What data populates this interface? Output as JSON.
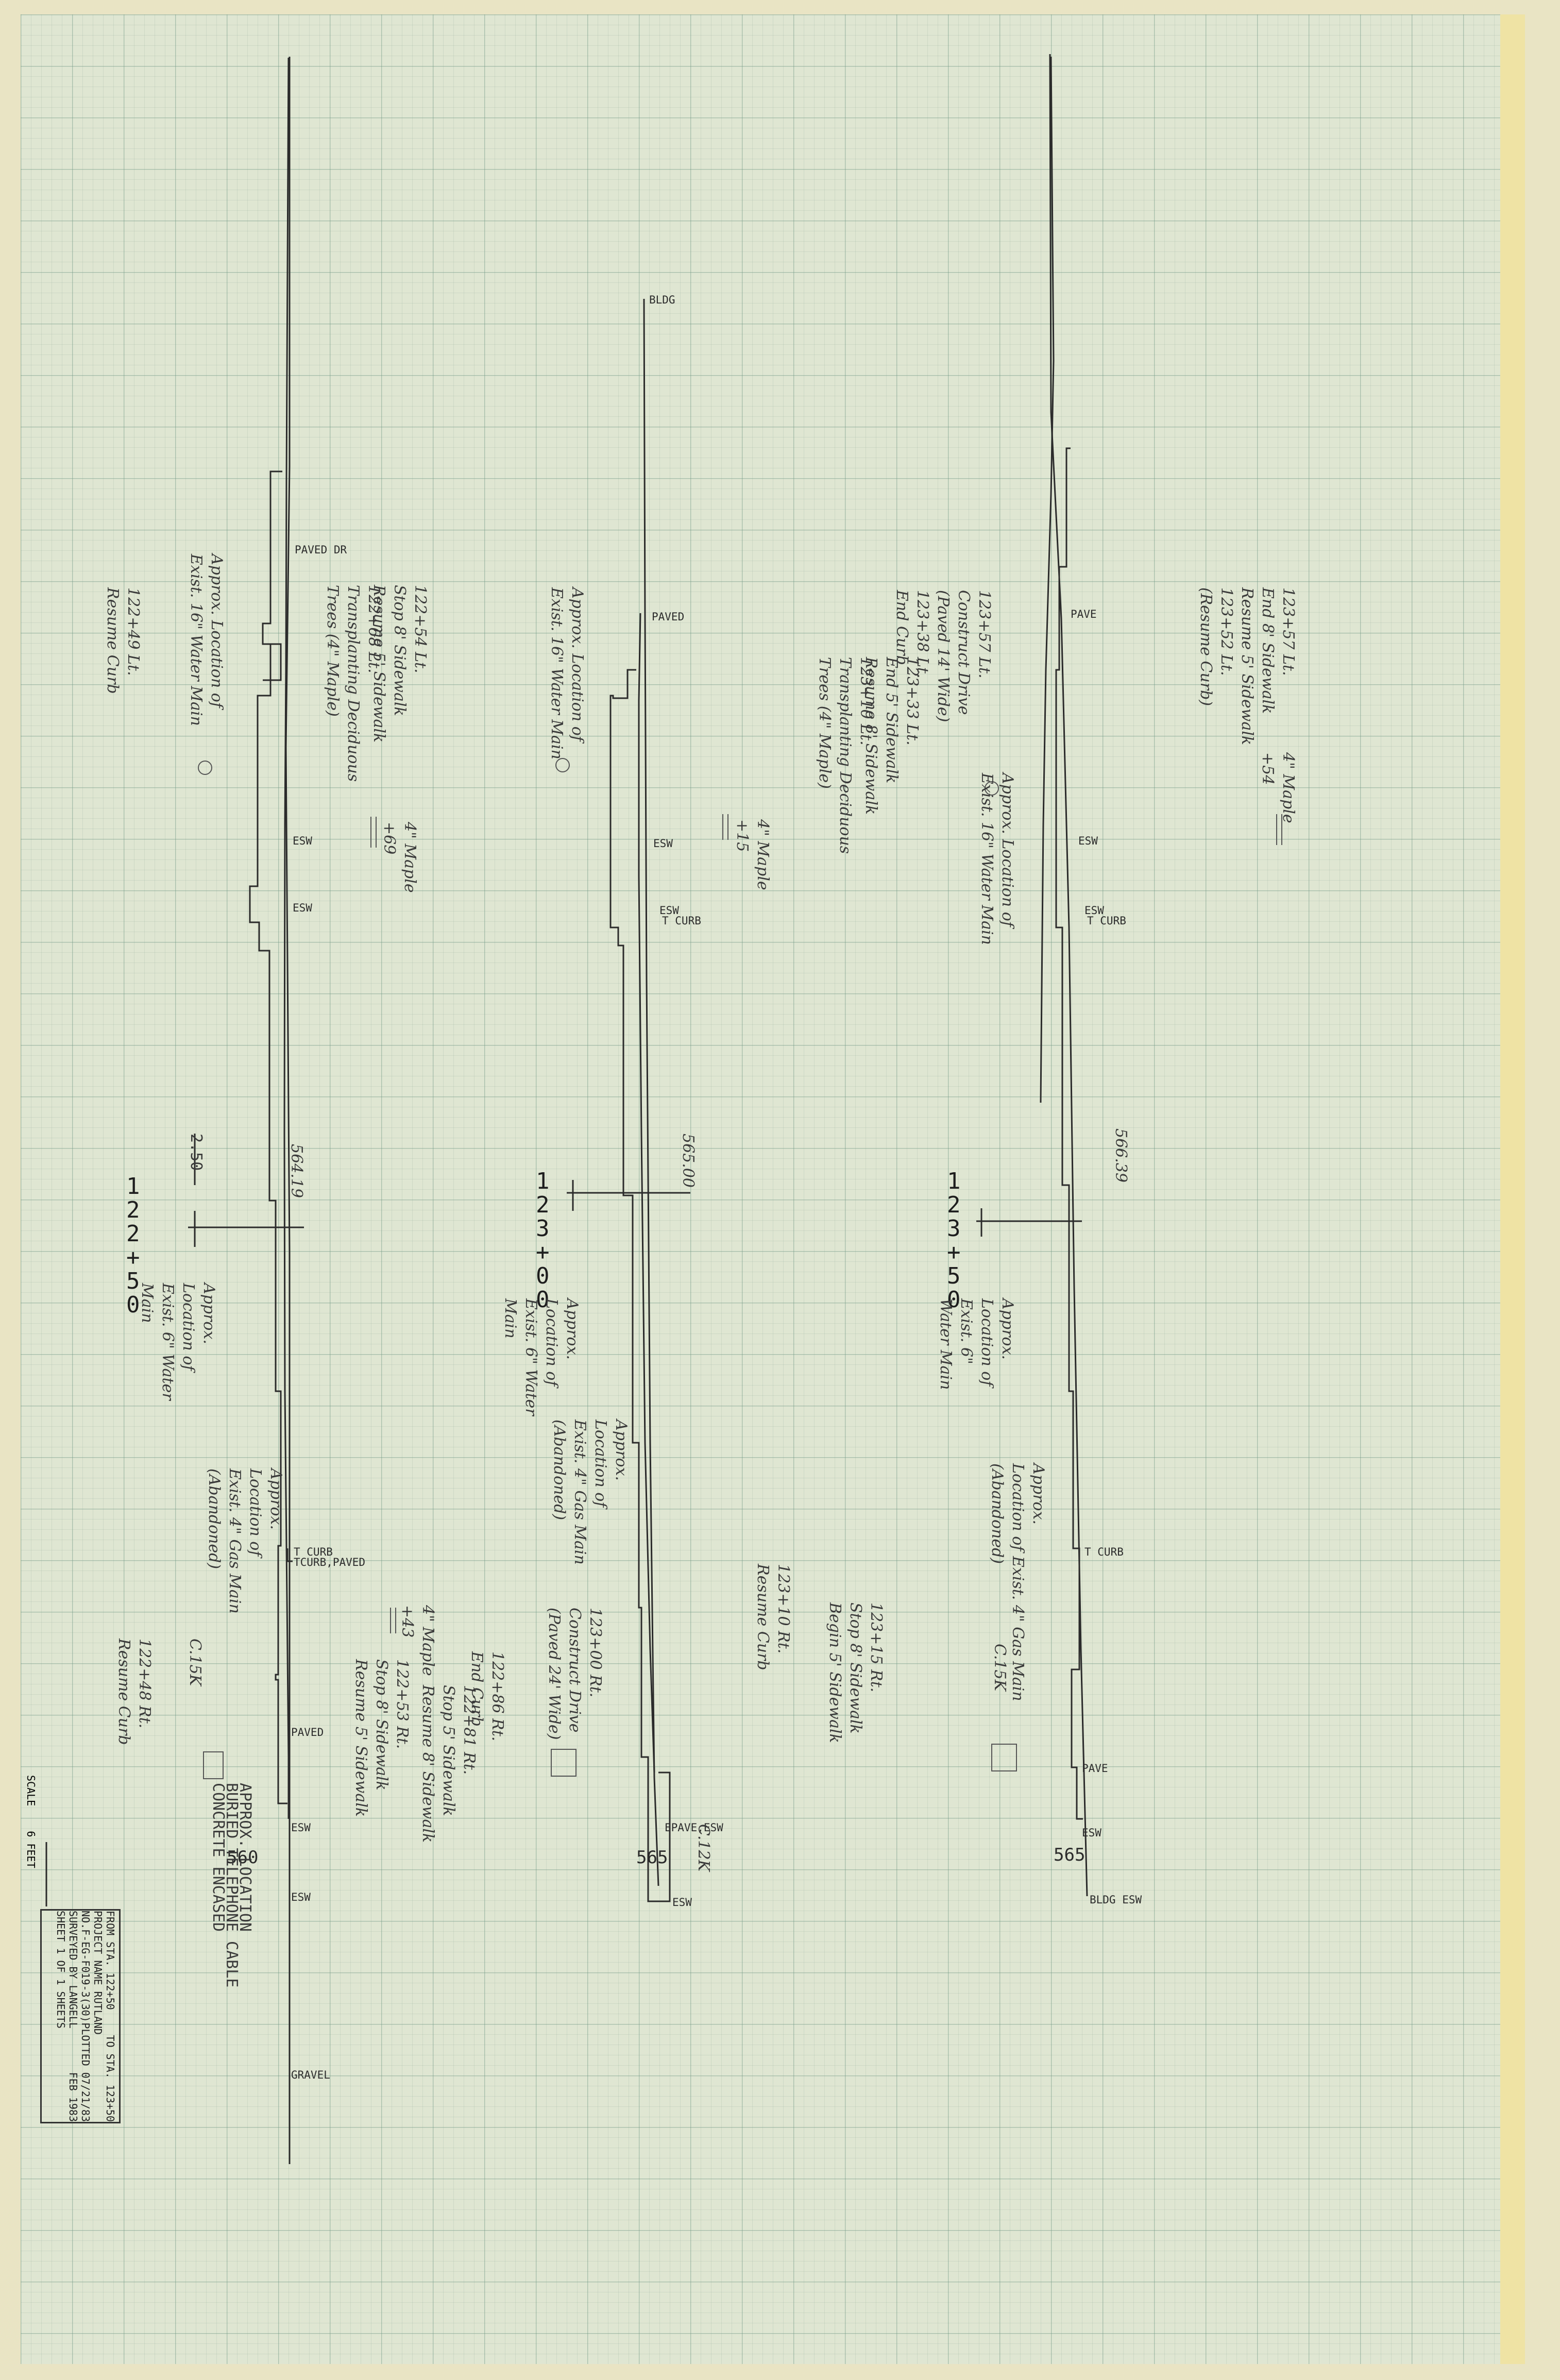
{
  "stations": [
    {
      "id": "a",
      "station": "122+50",
      "elevation_top": "564.19",
      "elevation_bottom": "560",
      "offset_label": "2.50",
      "profile_labels": [
        "PAVED DR",
        "ESW",
        "ESW",
        "T CURB",
        "TCURB,PAVED",
        "PAVED",
        "ESW",
        "ESW",
        "GRAVEL"
      ],
      "notes": {
        "water_main_16": [
          "Approx. Location of",
          "Exist. 16\" Water Main"
        ],
        "resume_curb_left": [
          "122+49 Lt.",
          "Resume Curb"
        ],
        "stop_sidewalk_left": [
          "122+54 Lt.",
          "Stop 8' Sidewalk",
          "Resume 5' Sidewalk"
        ],
        "trees_left": [
          "122+68 Lt.",
          "Transplanting Deciduous",
          "Trees (4\" Maple)"
        ],
        "maple_left": [
          "4\" Maple",
          "+69"
        ],
        "water_main_6": [
          "Approx.",
          "Location of",
          "Exist. 6\" Water",
          "Main"
        ],
        "gas_main_4": [
          "Approx.",
          "Location of",
          "Exist. 4\" Gas Main",
          "(Abandoned)"
        ],
        "gas_offset": "C.15K",
        "resume_curb_right": [
          "122+48 Rt.",
          "Resume Curb"
        ],
        "stop_sidewalk_right": [
          "122+53 Rt.",
          "Stop 8' Sidewalk",
          "Resume 5' Sidewalk"
        ],
        "maple_right": [
          "4\" Maple",
          "+43"
        ],
        "telephone": [
          "APPROX. LOCATION",
          "BURIED TELEPHONE CABLE",
          "CONCRETE ENCASED"
        ]
      }
    },
    {
      "id": "b",
      "station": "123+00",
      "elevation_top": "565.00",
      "elevation_bottom": "565",
      "profile_labels": [
        "BLDG",
        "PAVED",
        "ESW",
        "ESW",
        "T CURB",
        "EPAVE,ESW",
        "ESW"
      ],
      "notes": {
        "construct_drive_left": [
          "123+57 Lt.",
          "Construct Drive",
          "(Paved 14' Wide)",
          "123+38 Lt.",
          "End Curb"
        ],
        "end_sidewalk_left": [
          "123+33 Lt.",
          "End 5' Sidewalk",
          "Resume 8' Sidewalk"
        ],
        "trees_left": [
          "123+10 Lt.",
          "Transplanting Deciduous",
          "Trees (4\" Maple)"
        ],
        "maple_left": [
          "4\" Maple",
          "+15"
        ],
        "water_main_16": [
          "Approx. Location of",
          "Exist. 16\" Water Main"
        ],
        "water_main_6": [
          "Approx.",
          "Location of",
          "Exist. 6\" Water",
          "Main"
        ],
        "gas_main_4": [
          "Approx.",
          "Location of",
          "Exist. 4\" Gas Main",
          "(Abandoned)"
        ],
        "construct_drive_right": [
          "123+00 Rt.",
          "Construct Drive",
          "(Paved 24' Wide)"
        ],
        "end_curb_right": [
          "122+86 Rt.",
          "End Curb"
        ],
        "stop_sidewalk_right": [
          "122+81 Rt.",
          "Stop 5' Sidewalk",
          "Resume 8' Sidewalk"
        ],
        "bottom_offset": "C.12K"
      }
    },
    {
      "id": "c",
      "station": "123+50",
      "elevation_top": "566.39",
      "elevation_bottom": "565",
      "profile_labels": [
        "PAVE",
        "ESW",
        "ESW",
        "T CURB",
        "T CURB",
        "PAVE",
        "ESW",
        "BLDG ESW"
      ],
      "notes": {
        "end_sidewalk_left": [
          "123+57 Lt.",
          "End 8' Sidewalk",
          "Resume 5' Sidewalk",
          "123+52 Lt.",
          "(Resume Curb)"
        ],
        "maple_left": [
          "4\" Maple",
          "+54"
        ],
        "water_main_16": [
          "Approx. Location of",
          "Exist. 16\" Water Main"
        ],
        "water_main_6": [
          "Approx.",
          "Location of",
          "Exist. 6\"",
          "Water Main"
        ],
        "gas_main_4": [
          "Approx.",
          "Location of Exist. 4\" Gas Main",
          "(Abandoned)"
        ],
        "gas_offset": "C.15K",
        "stop_sidewalk_right": [
          "123+15 Rt.",
          "Stop 8' Sidewalk",
          "Begin 5' Sidewalk"
        ],
        "resume_curb_right": [
          "123+10 Rt.",
          "Resume Curb"
        ]
      }
    }
  ],
  "scale": {
    "label": "SCALE",
    "unit": "6 FEET"
  },
  "title_block": {
    "from_label": "FROM STA.",
    "from_value": "122+50",
    "to_label": "TO STA.",
    "to_value": "123+50",
    "project_label": "PROJECT NAME",
    "project_value": "RUTLAND",
    "number_label": "NO.",
    "number_value": "F-EG-F019-3(30)",
    "plotted": "PLOTTED 07/21/83",
    "surveyed": "SURVEYED BY LANGELL",
    "date": "FEB 1983",
    "sheet": "SHEET 1 OF 1 SHEETS"
  }
}
